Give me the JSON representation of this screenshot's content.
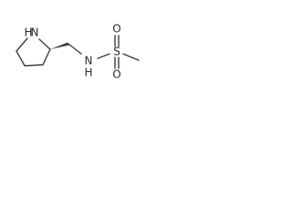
{
  "molecule": {
    "atoms": {
      "ring_n_h": "H",
      "ring_n": "N",
      "amide_n_h": "H",
      "amide_n": "N",
      "sulfur": "S",
      "oxygen_top": "O",
      "oxygen_bottom": "O"
    },
    "stereo": "wedge",
    "colors": {
      "bond": "#3d3d3d",
      "text": "#2b2b2b",
      "background": "#ffffff"
    }
  }
}
